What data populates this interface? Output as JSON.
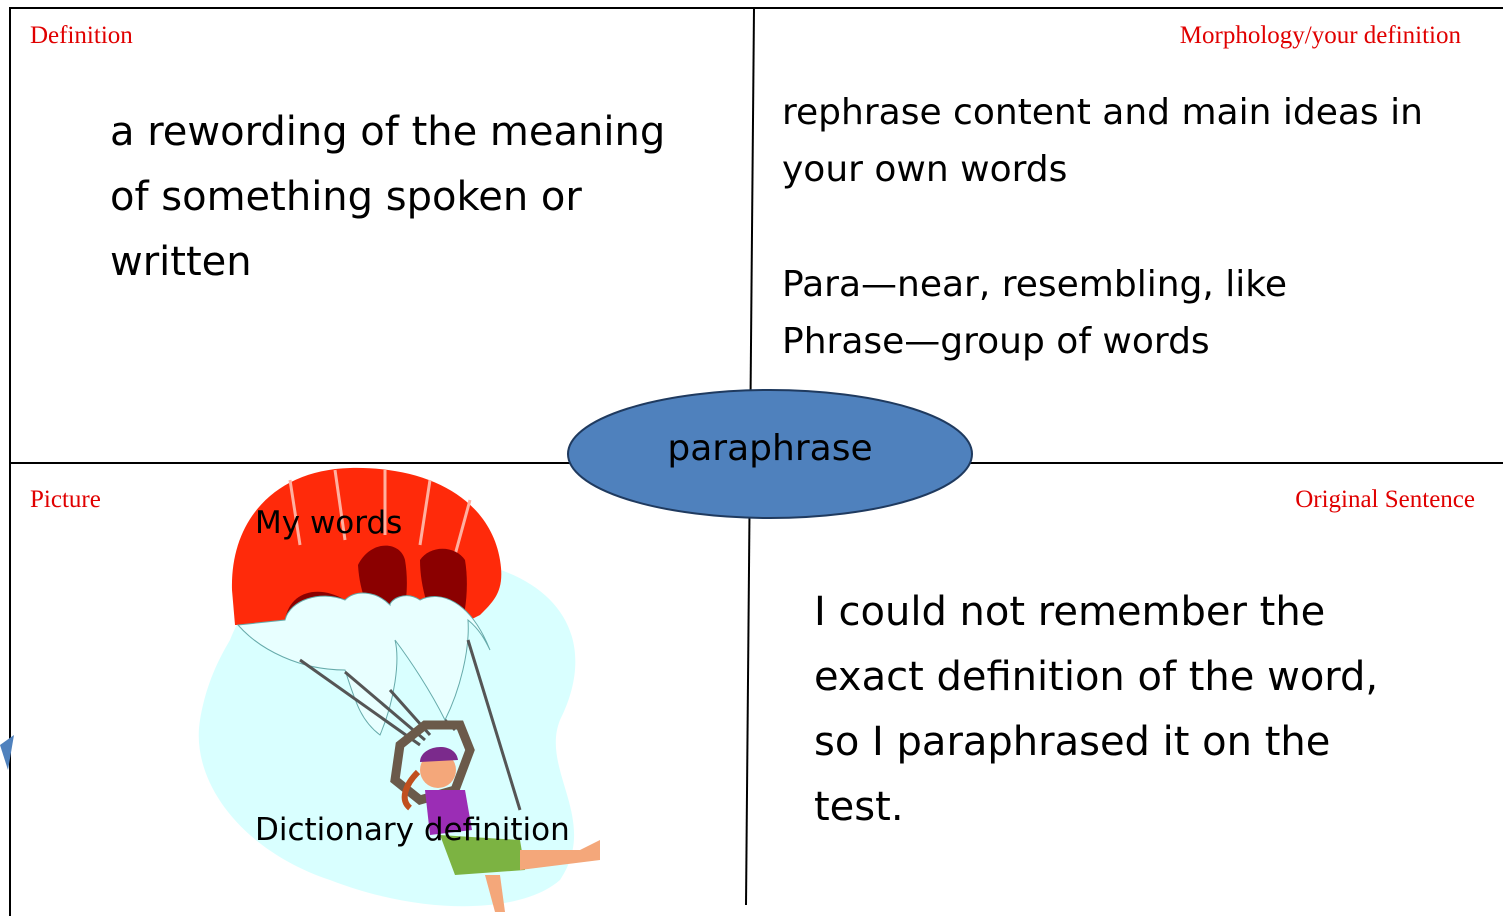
{
  "quadrants": {
    "top_left": {
      "label": "Definition",
      "text": "a rewording of the meaning\nof something spoken or\nwritten"
    },
    "top_right": {
      "label": "Morphology/your definition",
      "line1": "rephrase content and main ideas in\nyour own words",
      "line2": "Para—near, resembling, like\nPhrase—group of words"
    },
    "bottom_left": {
      "label": "Picture",
      "caption_top": "My words",
      "caption_bottom": "Dictionary  definition"
    },
    "bottom_right": {
      "label": "Original Sentence",
      "text": "I could not remember the\nexact definition of the word,\nso I paraphrased it on the\ntest."
    }
  },
  "center_word": "paraphrase",
  "colors": {
    "label": "#e00000",
    "ellipse_fill": "#4f81bd",
    "ellipse_stroke": "#1f3a5f",
    "canopy_red": "#ff2a0a",
    "canopy_dark": "#8b0000",
    "sky_blob": "#d9ffff",
    "arrow": "#4f81bd"
  }
}
